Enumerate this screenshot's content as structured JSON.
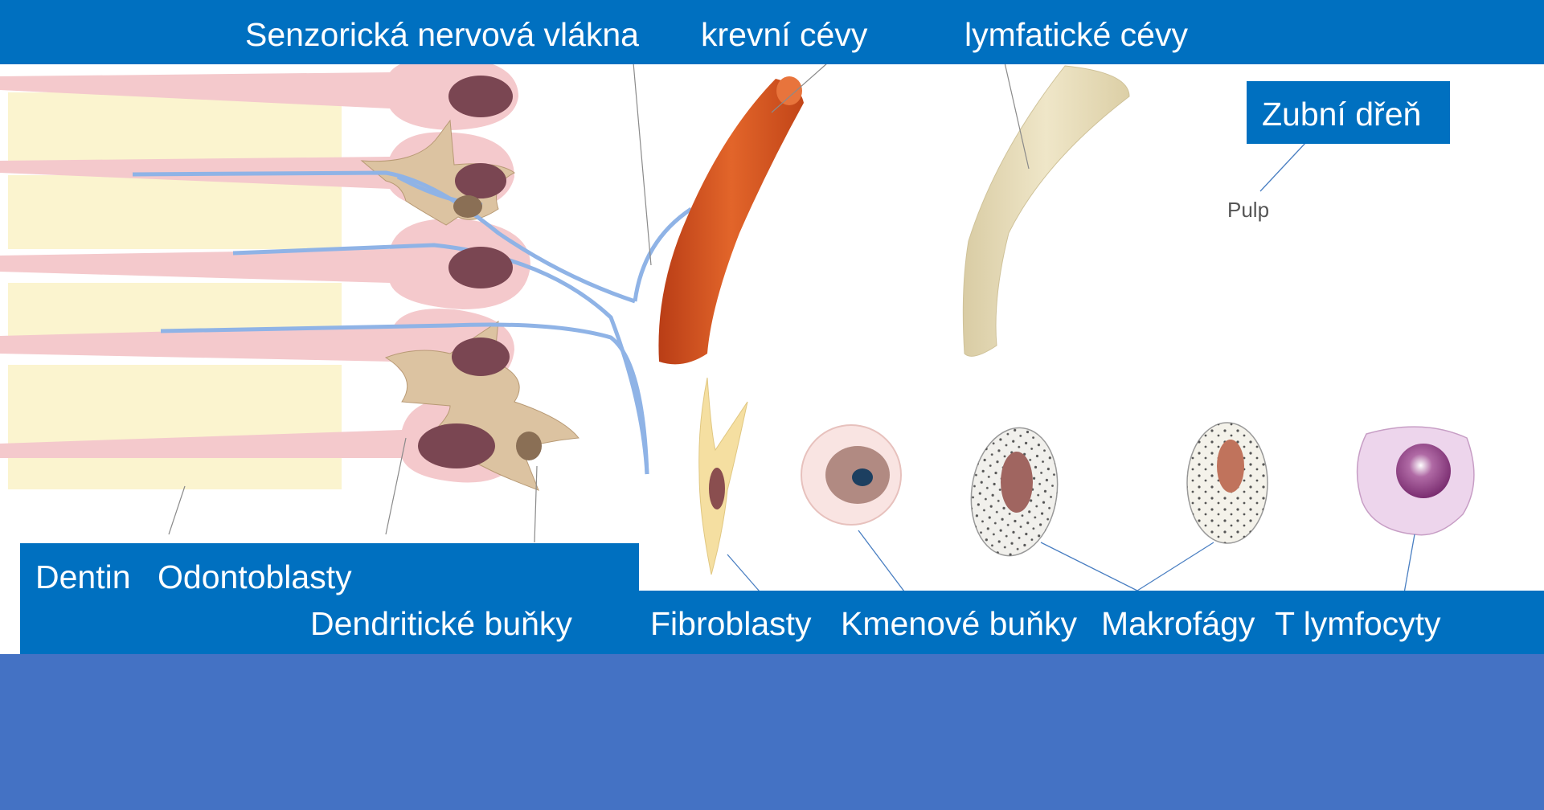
{
  "top_labels": {
    "sensory_nerves": "Senzorická nervová vlákna",
    "blood_vessels": "krevní cévy",
    "lymph_vessels": "lymfatické cévy"
  },
  "pulp_title": "Zubní dřeň",
  "pulp_caption": "Pulp",
  "bottom_labels": {
    "dentin": "Dentin",
    "odontoblasts": "Odontoblasty",
    "dendritic": "Dendritické buňky",
    "fibroblasts": "Fibroblasty",
    "stem_cells": "Kmenové buňky",
    "macrophages": "Makrofágy",
    "t_lymphocytes": "T lymfocyty"
  },
  "colors": {
    "label_bar": "#0070c0",
    "footer": "#4472c4",
    "dentin": "#fbf4cf",
    "odontoblast": "#f4c9cc",
    "nucleus": "#7a4652",
    "nerve": "#8fb3e6",
    "blood_vessel": "#d4541f",
    "lymph_vessel": "#e2d7b2",
    "dendritic": "#dcc3a1"
  }
}
